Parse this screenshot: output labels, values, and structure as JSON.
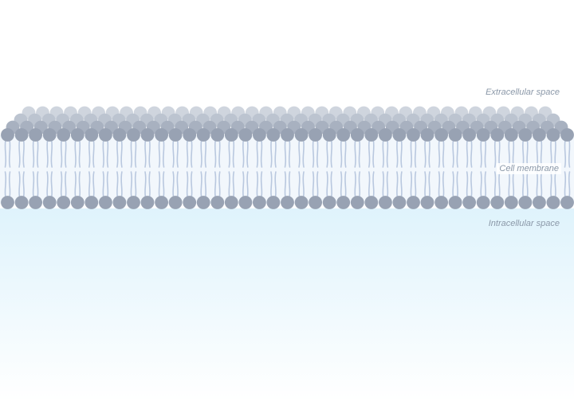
{
  "labels": {
    "extracellular": "Extracellular space",
    "membrane": "Cell membrane",
    "intracellular": "Intracellular space"
  },
  "colors": {
    "head_front": "#98a2b3",
    "head_back_1": "#a8b1c0",
    "head_back_2": "#bcc4d0",
    "head_back_3": "#cfd5de",
    "tail": "#b9c8df",
    "membrane_band": "#f2f7fc",
    "intracellular_top": "#dff3fc",
    "intracellular_bottom": "#ffffff",
    "label": "#8b98a8"
  }
}
